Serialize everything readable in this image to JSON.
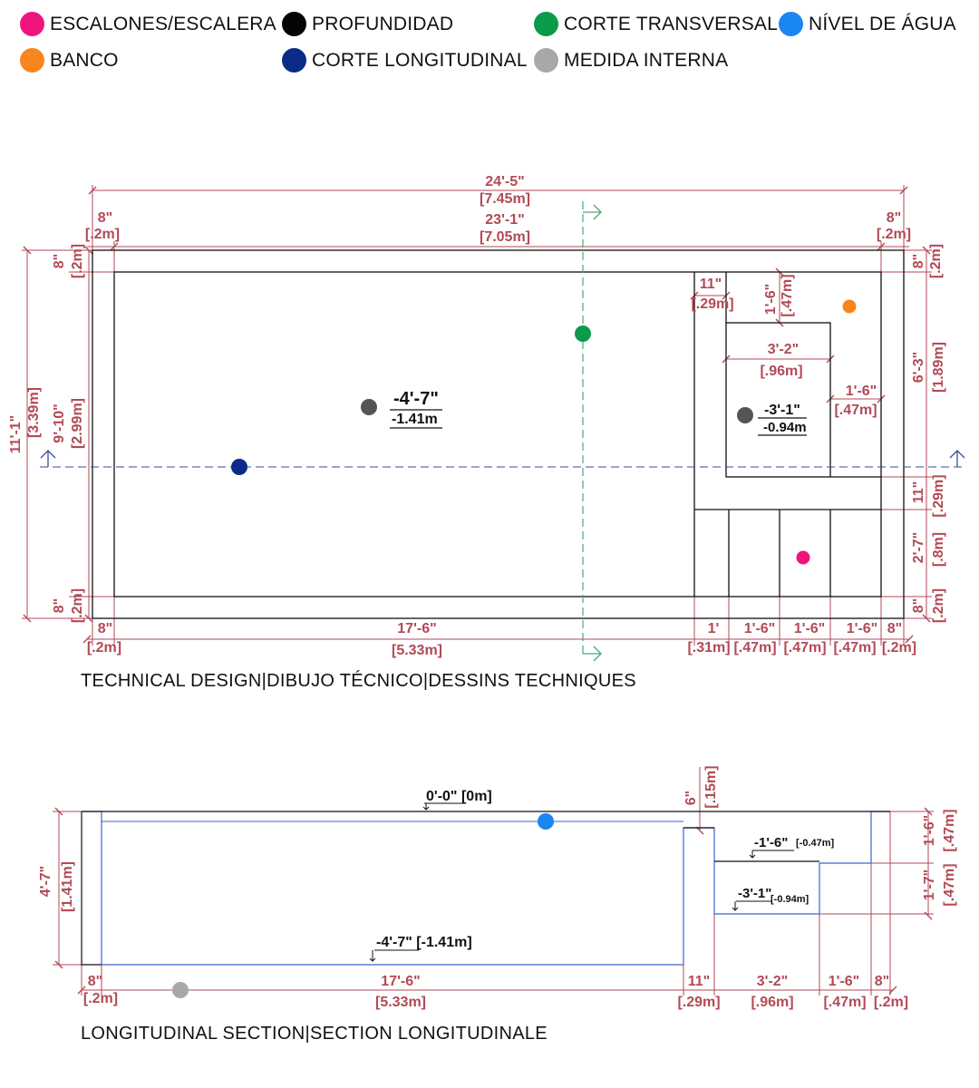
{
  "legend": [
    {
      "label": "ESCALONES/ESCALERA",
      "color": "#f0157c"
    },
    {
      "label": "PROFUNDIDAD",
      "color": "#050505"
    },
    {
      "label": "CORTE TRANSVERSAL",
      "color": "#0b9a4a"
    },
    {
      "label": "NÍVEL DE ÁGUA",
      "color": "#1a86f2"
    },
    {
      "label": "BANCO",
      "color": "#f7861c"
    },
    {
      "label": "CORTE LONGITUDINAL",
      "color": "#0a2c86"
    },
    {
      "label": "MEDIDA INTERNA",
      "color": "#a8a8a8"
    }
  ],
  "plan": {
    "caption": "TECHNICAL DESIGN|DIBUJO TÉCNICO|DESSINS TECHNIQUES",
    "total_width_ft": "24'-5\"",
    "total_width_m": "[7.45m]",
    "inner_width_ft": "23'-1\"",
    "inner_width_m": "[7.05m]",
    "wall_ft": "8\"",
    "wall_m": "[.2m]",
    "total_length_ft": "11'-1\"",
    "total_length_m": "[3.39m]",
    "inner_length_ft": "9'-10\"",
    "inner_length_m": "[2.99m]",
    "main_depth_ft": "-4'-7\"",
    "main_depth_m": "-1.41m",
    "bench_depth_ft": "-3'-1\"",
    "bench_depth_m": "-0.94m",
    "d_11in": "11\"",
    "d_29m": "[.29m]",
    "d_1_6": "1'-6\"",
    "d_47m": "[.47m]",
    "d_3_2": "3'-2\"",
    "d_96m": "[.96m]",
    "d_6_3": "6'-3\"",
    "d_189m": "[1.89m]",
    "d_2_7": "2'-7\"",
    "d_8m": "[.8m]",
    "d_17_6": "17'-6\"",
    "d_533m": "[5.33m]",
    "d_1ft": "1'",
    "d_31m": "[.31m]"
  },
  "section": {
    "caption": "LONGITUDINAL SECTION|SECTION LONGITUDINALE",
    "level_top": "0'-0\" [0m]",
    "level_bottom": "-4'-7\" [-1.41m]",
    "level_step1_ft": "-1'-6\"",
    "level_step1_m": "[-0.47m]",
    "level_step2_ft": "-3'-1\"",
    "level_step2_m": "[-0.94m]",
    "depth_ft": "4'-7\"",
    "depth_m": "[1.41m]",
    "d_6in": "6\"",
    "d_15m": "[.15m]",
    "d_1_6": "1'-6\"",
    "d_47m": "[.47m]",
    "d_1_7": "1'-7\"",
    "d_8in": "8\"",
    "d_2m": "[.2m]",
    "d_17_6": "17'-6\"",
    "d_533m": "[5.33m]",
    "d_11in": "11\"",
    "d_29m": "[.29m]",
    "d_3_2": "3'-2\"",
    "d_96m": "[.96m]"
  }
}
